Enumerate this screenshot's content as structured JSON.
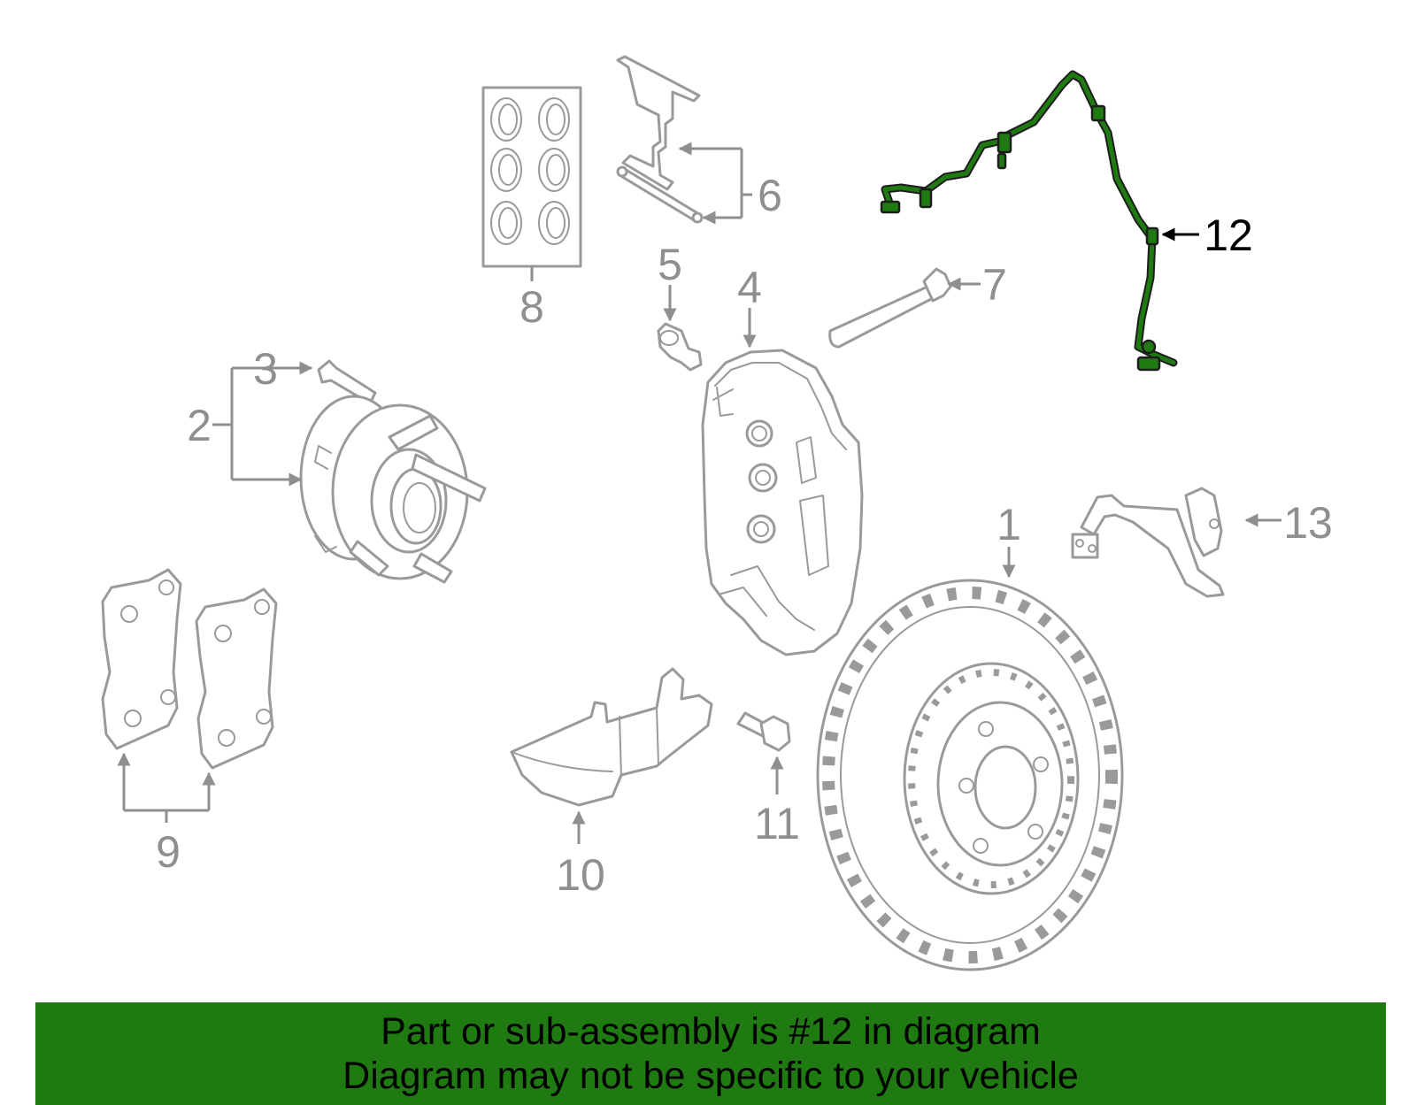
{
  "callouts": {
    "c1": "1",
    "c2": "2",
    "c3": "3",
    "c4": "4",
    "c5": "5",
    "c6": "6",
    "c7": "7",
    "c8": "8",
    "c9": "9",
    "c10": "10",
    "c11": "11",
    "c12": "12",
    "c13": "13"
  },
  "highlight": {
    "part_number": "12",
    "color": "#1f7a12"
  },
  "banner": {
    "line1": "Part or sub-assembly is #12 in diagram",
    "line2": "Diagram may not be specific to your vehicle",
    "background": "#1f7a12",
    "text_color": "#000000"
  }
}
